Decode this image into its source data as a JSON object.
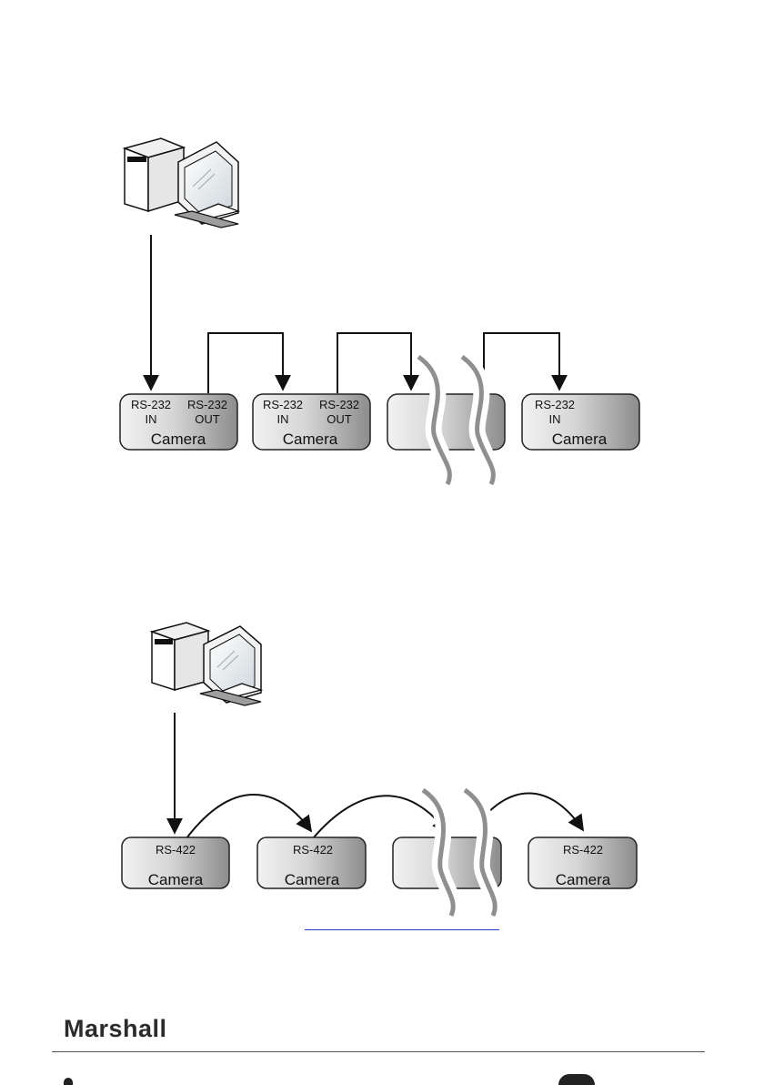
{
  "rs232_diagram": {
    "boxes": [
      {
        "port_left": "RS-232",
        "port_left_sub": "IN",
        "port_right": "RS-232",
        "port_right_sub": "OUT",
        "name": "Camera"
      },
      {
        "port_left": "RS-232",
        "port_left_sub": "IN",
        "port_right": "RS-232",
        "port_right_sub": "OUT",
        "name": "Camera"
      },
      {
        "port_left": "RS-232",
        "port_left_sub": "IN",
        "name": "Camera"
      }
    ]
  },
  "rs422_diagram": {
    "boxes": [
      {
        "port": "RS-422",
        "name": "Camera"
      },
      {
        "port": "RS-422",
        "name": "Camera"
      },
      {
        "port": "RS-422",
        "name": "Camera"
      }
    ]
  },
  "footer": {
    "logo": "Marshall"
  }
}
